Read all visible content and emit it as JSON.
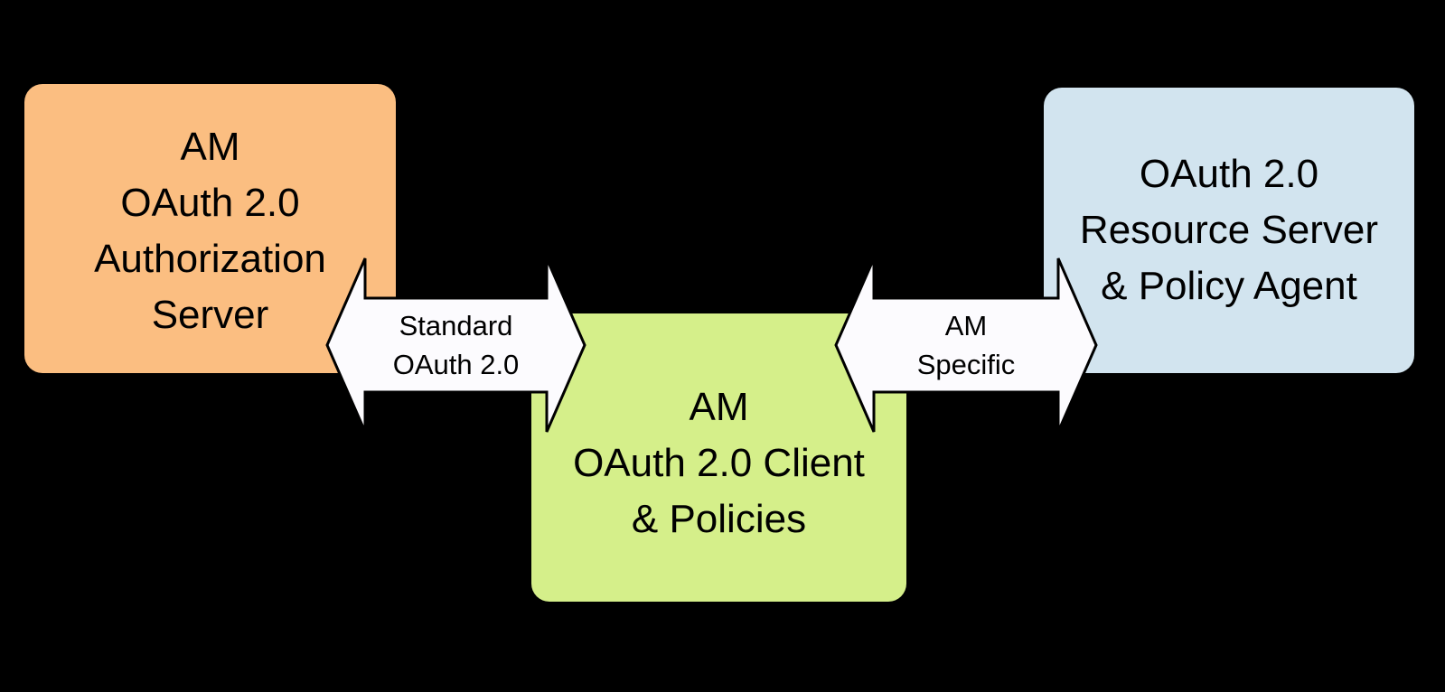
{
  "canvas": {
    "background": "#000000"
  },
  "nodes": [
    {
      "id": "am-oauth2-authorization-server",
      "fill": "#FBBE81",
      "lines": [
        "AM",
        "OAuth 2.0",
        "Authorization",
        "Server"
      ]
    },
    {
      "id": "am-oauth2-client-and-policies",
      "fill": "#D5EF8A",
      "lines": [
        "AM",
        "OAuth 2.0 Client",
        "& Policies"
      ]
    },
    {
      "id": "oauth2-resource-server-and-policy-agent",
      "fill": "#D2E4EF",
      "lines": [
        "OAuth 2.0",
        "Resource Server",
        "& Policy Agent"
      ]
    }
  ],
  "connectors": [
    {
      "id": "standard-oauth2",
      "fill": "#FCFBFE",
      "stroke": "#000000",
      "lines": [
        "Standard",
        "OAuth 2.0"
      ]
    },
    {
      "id": "am-specific",
      "fill": "#FCFBFE",
      "stroke": "#000000",
      "lines": [
        "AM",
        "Specific"
      ]
    }
  ]
}
